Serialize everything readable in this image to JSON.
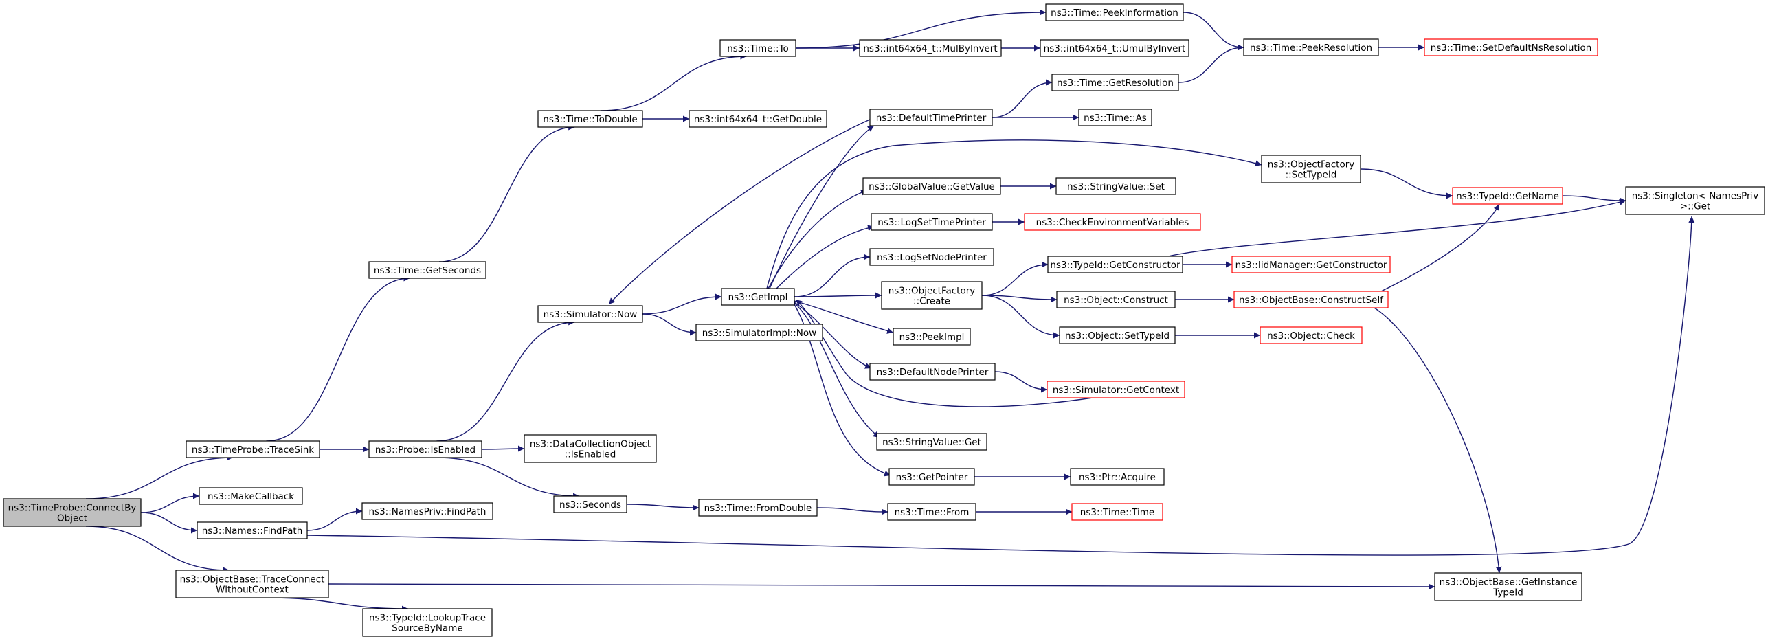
{
  "diagram": {
    "type": "call-graph",
    "colors": {
      "edge": "#191970",
      "border": "#000000",
      "incomplete_border": "#ff0000",
      "root_fill": "#bfbfbf"
    },
    "nodes": [
      {
        "id": "connectbyobject",
        "lines": [
          "ns3::TimeProbe::ConnectBy",
          "Object"
        ],
        "style": "root"
      },
      {
        "id": "tracesink",
        "lines": [
          "ns3::TimeProbe::TraceSink"
        ],
        "style": "normal"
      },
      {
        "id": "makecallback",
        "lines": [
          "ns3::MakeCallback"
        ],
        "style": "normal"
      },
      {
        "id": "names-findpath",
        "lines": [
          "ns3::Names::FindPath"
        ],
        "style": "normal"
      },
      {
        "id": "tracecwc",
        "lines": [
          "ns3::ObjectBase::TraceConnect",
          "WithoutContext"
        ],
        "style": "normal"
      },
      {
        "id": "getseconds",
        "lines": [
          "ns3::Time::GetSeconds"
        ],
        "style": "normal"
      },
      {
        "id": "isenabled",
        "lines": [
          "ns3::Probe::IsEnabled"
        ],
        "style": "normal"
      },
      {
        "id": "namespriv-findpath",
        "lines": [
          "ns3::NamesPriv::FindPath"
        ],
        "style": "normal"
      },
      {
        "id": "lookuptrace",
        "lines": [
          "ns3::TypeId::LookupTrace",
          "SourceByName"
        ],
        "style": "normal"
      },
      {
        "id": "todouble",
        "lines": [
          "ns3::Time::ToDouble"
        ],
        "style": "normal"
      },
      {
        "id": "now",
        "lines": [
          "ns3::Simulator::Now"
        ],
        "style": "normal"
      },
      {
        "id": "dco-isenabled",
        "lines": [
          "ns3::DataCollectionObject",
          "::IsEnabled"
        ],
        "style": "normal"
      },
      {
        "id": "seconds",
        "lines": [
          "ns3::Seconds"
        ],
        "style": "normal"
      },
      {
        "id": "to",
        "lines": [
          "ns3::Time::To"
        ],
        "style": "normal"
      },
      {
        "id": "getdouble",
        "lines": [
          "ns3::int64x64_t::GetDouble"
        ],
        "style": "normal"
      },
      {
        "id": "getimpl",
        "lines": [
          "ns3::GetImpl"
        ],
        "style": "normal"
      },
      {
        "id": "simimpl-now",
        "lines": [
          "ns3::SimulatorImpl::Now"
        ],
        "style": "normal"
      },
      {
        "id": "fromdouble",
        "lines": [
          "ns3::Time::FromDouble"
        ],
        "style": "normal"
      },
      {
        "id": "mulbyinvert",
        "lines": [
          "ns3::int64x64_t::MulByInvert"
        ],
        "style": "normal"
      },
      {
        "id": "defaulttimeprinter",
        "lines": [
          "ns3::DefaultTimePrinter"
        ],
        "style": "normal"
      },
      {
        "id": "gv-getvalue",
        "lines": [
          "ns3::GlobalValue::GetValue"
        ],
        "style": "normal"
      },
      {
        "id": "logsettimeprinter",
        "lines": [
          "ns3::LogSetTimePrinter"
        ],
        "style": "normal"
      },
      {
        "id": "logsetnodeprinter",
        "lines": [
          "ns3::LogSetNodePrinter"
        ],
        "style": "normal"
      },
      {
        "id": "of-create",
        "lines": [
          "ns3::ObjectFactory",
          "::Create"
        ],
        "style": "normal"
      },
      {
        "id": "peekimpl",
        "lines": [
          "ns3::PeekImpl"
        ],
        "style": "normal"
      },
      {
        "id": "defaultnodeprinter",
        "lines": [
          "ns3::DefaultNodePrinter"
        ],
        "style": "normal"
      },
      {
        "id": "stringvalue-get",
        "lines": [
          "ns3::StringValue::Get"
        ],
        "style": "normal"
      },
      {
        "id": "getpointer",
        "lines": [
          "ns3::GetPointer"
        ],
        "style": "normal"
      },
      {
        "id": "from",
        "lines": [
          "ns3::Time::From"
        ],
        "style": "normal"
      },
      {
        "id": "peekinformation",
        "lines": [
          "ns3::Time::PeekInformation"
        ],
        "style": "normal"
      },
      {
        "id": "umulbyinvert",
        "lines": [
          "ns3::int64x64_t::UmulByInvert"
        ],
        "style": "normal"
      },
      {
        "id": "getresolution",
        "lines": [
          "ns3::Time::GetResolution"
        ],
        "style": "normal"
      },
      {
        "id": "time-as",
        "lines": [
          "ns3::Time::As"
        ],
        "style": "normal"
      },
      {
        "id": "stringvalue-set",
        "lines": [
          "ns3::StringValue::Set"
        ],
        "style": "normal"
      },
      {
        "id": "checkenv",
        "lines": [
          "ns3::CheckEnvironmentVariables"
        ],
        "style": "incomplete"
      },
      {
        "id": "getconstructor",
        "lines": [
          "ns3::TypeId::GetConstructor"
        ],
        "style": "normal"
      },
      {
        "id": "object-construct",
        "lines": [
          "ns3::Object::Construct"
        ],
        "style": "normal"
      },
      {
        "id": "object-settypeid",
        "lines": [
          "ns3::Object::SetTypeId"
        ],
        "style": "normal"
      },
      {
        "id": "sim-getcontext",
        "lines": [
          "ns3::Simulator::GetContext"
        ],
        "style": "incomplete"
      },
      {
        "id": "ptr-acquire",
        "lines": [
          "ns3::Ptr::Acquire"
        ],
        "style": "normal"
      },
      {
        "id": "time-time",
        "lines": [
          "ns3::Time::Time"
        ],
        "style": "incomplete"
      },
      {
        "id": "of-settypeid",
        "lines": [
          "ns3::ObjectFactory",
          "::SetTypeId"
        ],
        "style": "normal"
      },
      {
        "id": "iid-getconstructor",
        "lines": [
          "ns3::IidManager::GetConstructor"
        ],
        "style": "incomplete"
      },
      {
        "id": "constructself",
        "lines": [
          "ns3::ObjectBase::ConstructSelf"
        ],
        "style": "incomplete"
      },
      {
        "id": "object-check",
        "lines": [
          "ns3::Object::Check"
        ],
        "style": "incomplete"
      },
      {
        "id": "peekresolution",
        "lines": [
          "ns3::Time::PeekResolution"
        ],
        "style": "normal"
      },
      {
        "id": "typeid-getname",
        "lines": [
          "ns3::TypeId::GetName"
        ],
        "style": "incomplete"
      },
      {
        "id": "getinstancetypeid",
        "lines": [
          "ns3::ObjectBase::GetInstance",
          "TypeId"
        ],
        "style": "normal"
      },
      {
        "id": "setdefaultnsres",
        "lines": [
          "ns3::Time::SetDefaultNsResolution"
        ],
        "style": "incomplete"
      },
      {
        "id": "singleton-get",
        "lines": [
          "ns3::Singleton< NamesPriv",
          " >::Get"
        ],
        "style": "normal"
      }
    ],
    "edges": [
      [
        "connectbyobject",
        "tracesink"
      ],
      [
        "connectbyobject",
        "makecallback"
      ],
      [
        "connectbyobject",
        "names-findpath"
      ],
      [
        "connectbyobject",
        "tracecwc"
      ],
      [
        "tracesink",
        "getseconds"
      ],
      [
        "tracesink",
        "isenabled"
      ],
      [
        "names-findpath",
        "namespriv-findpath"
      ],
      [
        "names-findpath",
        "singleton-get"
      ],
      [
        "tracecwc",
        "lookuptrace"
      ],
      [
        "tracecwc",
        "getinstancetypeid"
      ],
      [
        "getseconds",
        "todouble"
      ],
      [
        "isenabled",
        "now"
      ],
      [
        "isenabled",
        "dco-isenabled"
      ],
      [
        "isenabled",
        "seconds"
      ],
      [
        "todouble",
        "to"
      ],
      [
        "todouble",
        "getdouble"
      ],
      [
        "now",
        "getimpl"
      ],
      [
        "now",
        "simimpl-now"
      ],
      [
        "seconds",
        "fromdouble"
      ],
      [
        "to",
        "peekinformation"
      ],
      [
        "to",
        "mulbyinvert"
      ],
      [
        "mulbyinvert",
        "umulbyinvert"
      ],
      [
        "peekinformation",
        "peekresolution"
      ],
      [
        "peekresolution",
        "setdefaultnsres"
      ],
      [
        "getimpl",
        "defaulttimeprinter"
      ],
      [
        "getimpl",
        "of-settypeid"
      ],
      [
        "getimpl",
        "gv-getvalue"
      ],
      [
        "getimpl",
        "logsettimeprinter"
      ],
      [
        "getimpl",
        "logsetnodeprinter"
      ],
      [
        "getimpl",
        "of-create"
      ],
      [
        "getimpl",
        "peekimpl"
      ],
      [
        "getimpl",
        "defaultnodeprinter"
      ],
      [
        "getimpl",
        "stringvalue-get"
      ],
      [
        "getimpl",
        "getpointer"
      ],
      [
        "defaulttimeprinter",
        "now"
      ],
      [
        "defaulttimeprinter",
        "getresolution"
      ],
      [
        "defaulttimeprinter",
        "time-as"
      ],
      [
        "getresolution",
        "peekresolution"
      ],
      [
        "gv-getvalue",
        "stringvalue-set"
      ],
      [
        "logsettimeprinter",
        "checkenv"
      ],
      [
        "of-create",
        "getconstructor"
      ],
      [
        "of-create",
        "object-construct"
      ],
      [
        "of-create",
        "object-settypeid"
      ],
      [
        "getconstructor",
        "iid-getconstructor"
      ],
      [
        "getconstructor",
        "singleton-get"
      ],
      [
        "object-construct",
        "constructself"
      ],
      [
        "object-settypeid",
        "object-check"
      ],
      [
        "constructself",
        "typeid-getname"
      ],
      [
        "constructself",
        "getinstancetypeid"
      ],
      [
        "of-settypeid",
        "typeid-getname"
      ],
      [
        "typeid-getname",
        "singleton-get"
      ],
      [
        "defaultnodeprinter",
        "sim-getcontext"
      ],
      [
        "sim-getcontext",
        "getimpl"
      ],
      [
        "getpointer",
        "ptr-acquire"
      ],
      [
        "fromdouble",
        "from"
      ],
      [
        "from",
        "time-time"
      ]
    ]
  }
}
